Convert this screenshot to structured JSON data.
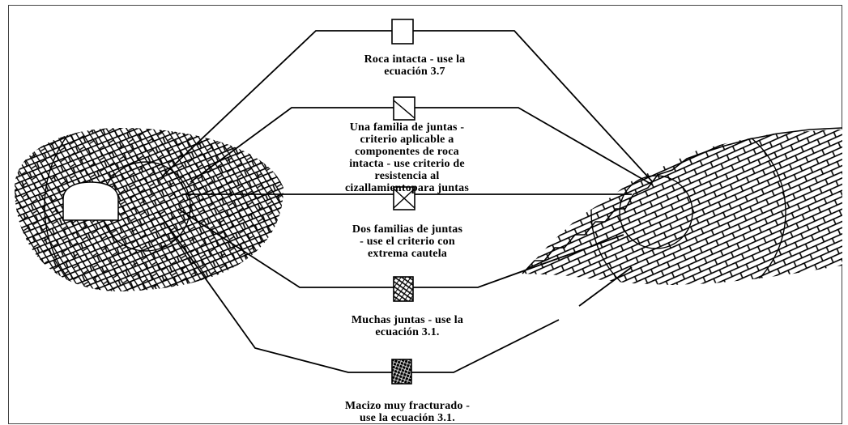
{
  "labels": {
    "intact": "Roca intacta -  use la\necuación 3.7",
    "one_joint": "Una familia de juntas   -\ncriterio aplicable a\ncomponentes de roca\nintacta  - use criterio de\nresistencia al\ncizallamientopara juntas",
    "two_joints": "Dos familias de juntas\n-   use el criterio con\nextrema cautela",
    "many_joints": "Muchas juntas - use la\necuación 3.1.",
    "heavily_jointed": "Macizo muy fracturado  -\nuse la ecuación 3.1."
  },
  "colors": {
    "ink": "#000000",
    "background": "#ffffff"
  }
}
